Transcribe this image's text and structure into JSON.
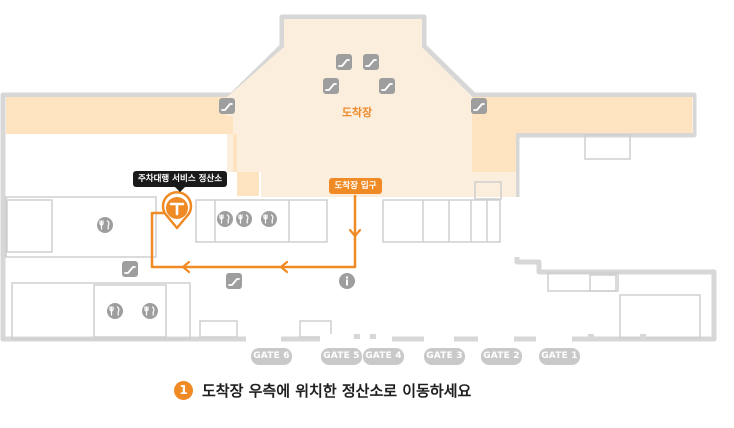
{
  "map": {
    "arrival_hall_label": "도착장",
    "arrival_entrance_label": "도착장 입구",
    "parking_office_label": "주차대행 서비스 정산소",
    "gates": [
      {
        "label": "GATE 6"
      },
      {
        "label": "GATE 5"
      },
      {
        "label": "GATE 4"
      },
      {
        "label": "GATE 3"
      },
      {
        "label": "GATE 2"
      },
      {
        "label": "GATE 1"
      }
    ]
  },
  "instruction": {
    "step": "1",
    "text": "도착장 우측에 위치한 정산소로 이동하세요"
  },
  "icons": [
    "escalator-icon",
    "restaurant-icon",
    "info-icon",
    "location-pin-icon"
  ],
  "colors": {
    "route": "#f08a24",
    "arrival_area": "#fde3c0",
    "arrival_center": "#fbeedd",
    "wall": "#d7d7d7"
  }
}
